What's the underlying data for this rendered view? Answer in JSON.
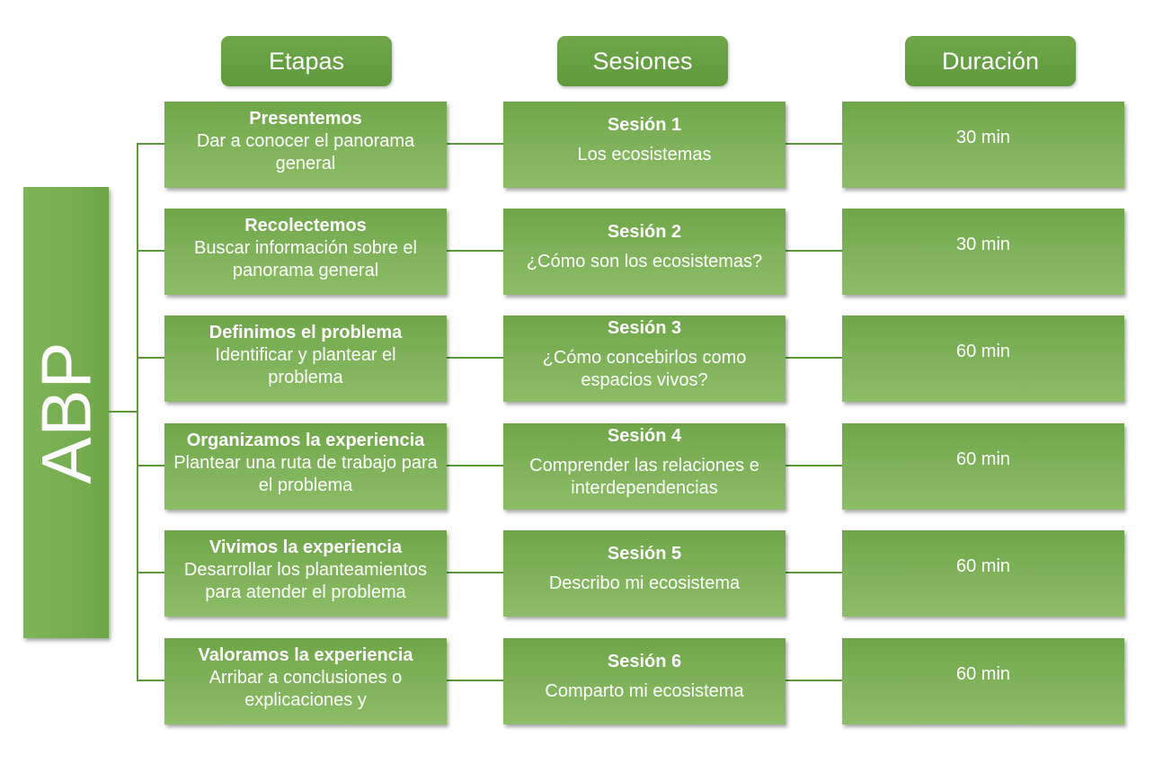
{
  "headers": {
    "etapas": "Etapas",
    "sesiones": "Sesiones",
    "duracion": "Duración"
  },
  "root": {
    "label": "ABP"
  },
  "rows": [
    {
      "etapa_title": "Presentemos",
      "etapa_desc": "Dar a conocer el panorama general",
      "sesion_title": "Sesión 1",
      "sesion_desc": "Los ecosistemas",
      "duracion": "30 min"
    },
    {
      "etapa_title": "Recolectemos",
      "etapa_desc": "Buscar información sobre el panorama general",
      "sesion_title": "Sesión 2",
      "sesion_desc": "¿Cómo son los ecosistemas?",
      "duracion": "30 min"
    },
    {
      "etapa_title": "Definimos el problema",
      "etapa_desc": "Identificar y plantear el problema",
      "sesion_title": "Sesión 3",
      "sesion_desc": "¿Cómo concebirlos como espacios vivos?",
      "duracion": "60 min"
    },
    {
      "etapa_title": "Organizamos la experiencia",
      "etapa_desc": "Plantear una ruta de trabajo para el problema",
      "sesion_title": "Sesión 4",
      "sesion_desc": "Comprender las relaciones e interdependencias",
      "duracion": "60 min"
    },
    {
      "etapa_title": "Vivimos la experiencia",
      "etapa_desc": "Desarrollar los planteamientos para atender el problema",
      "sesion_title": "Sesión 5",
      "sesion_desc": "Describo mi ecosistema",
      "duracion": "60 min"
    },
    {
      "etapa_title": "Valoramos la experiencia",
      "etapa_desc": "Arribar a conclusiones o explicaciones y",
      "sesion_title": "Sesión 6",
      "sesion_desc": "Comparto mi ecosistema",
      "duracion": "60 min"
    }
  ],
  "colors": {
    "box": "#7ab055",
    "header": "#65a043",
    "connector": "#5b9a3a",
    "text": "#ffffff"
  }
}
